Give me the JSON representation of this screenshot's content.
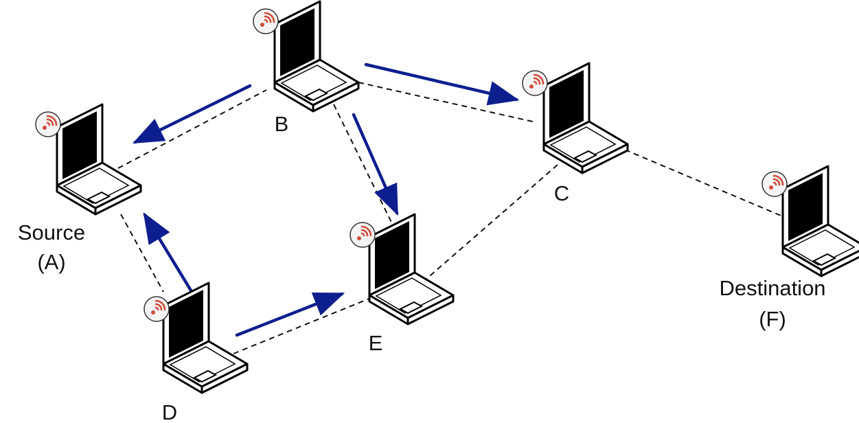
{
  "nodes": {
    "A": {
      "label_line1": "Source",
      "label_line2": "(A)"
    },
    "B": {
      "label": "B"
    },
    "C": {
      "label": "C"
    },
    "D": {
      "label": "D"
    },
    "E": {
      "label": "E"
    },
    "F": {
      "label_line1": "Destination",
      "label_line2": "(F)"
    }
  },
  "links": [
    [
      "A",
      "B"
    ],
    [
      "B",
      "C"
    ],
    [
      "B",
      "E"
    ],
    [
      "C",
      "E"
    ],
    [
      "C",
      "F"
    ],
    [
      "A",
      "D"
    ],
    [
      "D",
      "E"
    ]
  ],
  "flows": [
    [
      "B",
      "A"
    ],
    [
      "B",
      "C"
    ],
    [
      "B",
      "E"
    ],
    [
      "D",
      "A"
    ],
    [
      "D",
      "E"
    ]
  ],
  "colors": {
    "arrow": "#0d1f8f",
    "link": "#111111",
    "wifi": "#d24b3a",
    "screen": "#000000",
    "chassis": "#ffffff"
  },
  "icons": {
    "node": "laptop-icon",
    "badge": "wifi-icon"
  }
}
